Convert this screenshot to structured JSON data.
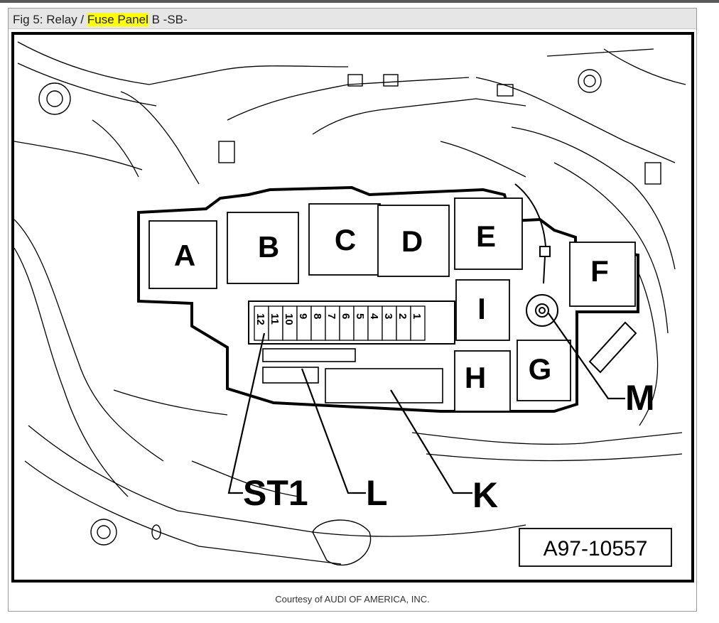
{
  "caption": {
    "prefix": "Fig 5: Relay / ",
    "highlight": "Fuse Panel",
    "suffix": " B -SB-"
  },
  "diagram": {
    "relays": [
      "A",
      "B",
      "C",
      "D",
      "E",
      "F",
      "G",
      "H",
      "I"
    ],
    "fuse_numbers": [
      "12",
      "11",
      "10",
      "9",
      "8",
      "7",
      "6",
      "5",
      "4",
      "3",
      "2",
      "1"
    ],
    "callouts": [
      "ST1",
      "L",
      "K",
      "M"
    ],
    "reference": "A97-10557"
  },
  "credit": "Courtesy of AUDI OF AMERICA, INC.",
  "colors": {
    "highlight": "#ffff00",
    "ink": "#000000",
    "caption_bg": "#e6e6e6"
  }
}
